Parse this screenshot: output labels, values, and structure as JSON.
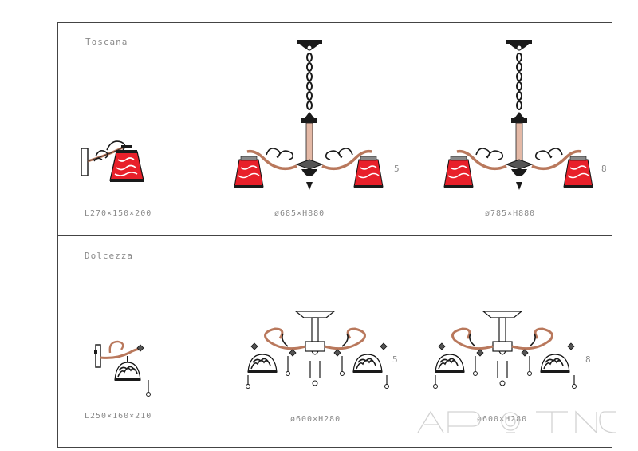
{
  "colors": {
    "frame": "#444444",
    "label_text": "#8a8a8a",
    "shade_red": "#e8202a",
    "arm_copper": "#b9785c",
    "metal_dark": "#1a1a1a"
  },
  "sections": [
    {
      "title": "Toscana",
      "items": [
        {
          "kind": "wall-sconce",
          "dimensions": "L270×150×200"
        },
        {
          "kind": "chandelier",
          "dimensions": "ø685×H880",
          "lamp_count": "5"
        },
        {
          "kind": "chandelier",
          "dimensions": "ø785×H880",
          "lamp_count": "8"
        }
      ]
    },
    {
      "title": "Dolcezza",
      "items": [
        {
          "kind": "wall-sconce",
          "dimensions": "L250×160×210"
        },
        {
          "kind": "chandelier",
          "dimensions": "ø600×H280",
          "lamp_count": "5"
        },
        {
          "kind": "chandelier",
          "dimensions": "ø600×H280",
          "lamp_count": "8"
        }
      ]
    }
  ],
  "watermark_icon": "brand-logo-watermark"
}
